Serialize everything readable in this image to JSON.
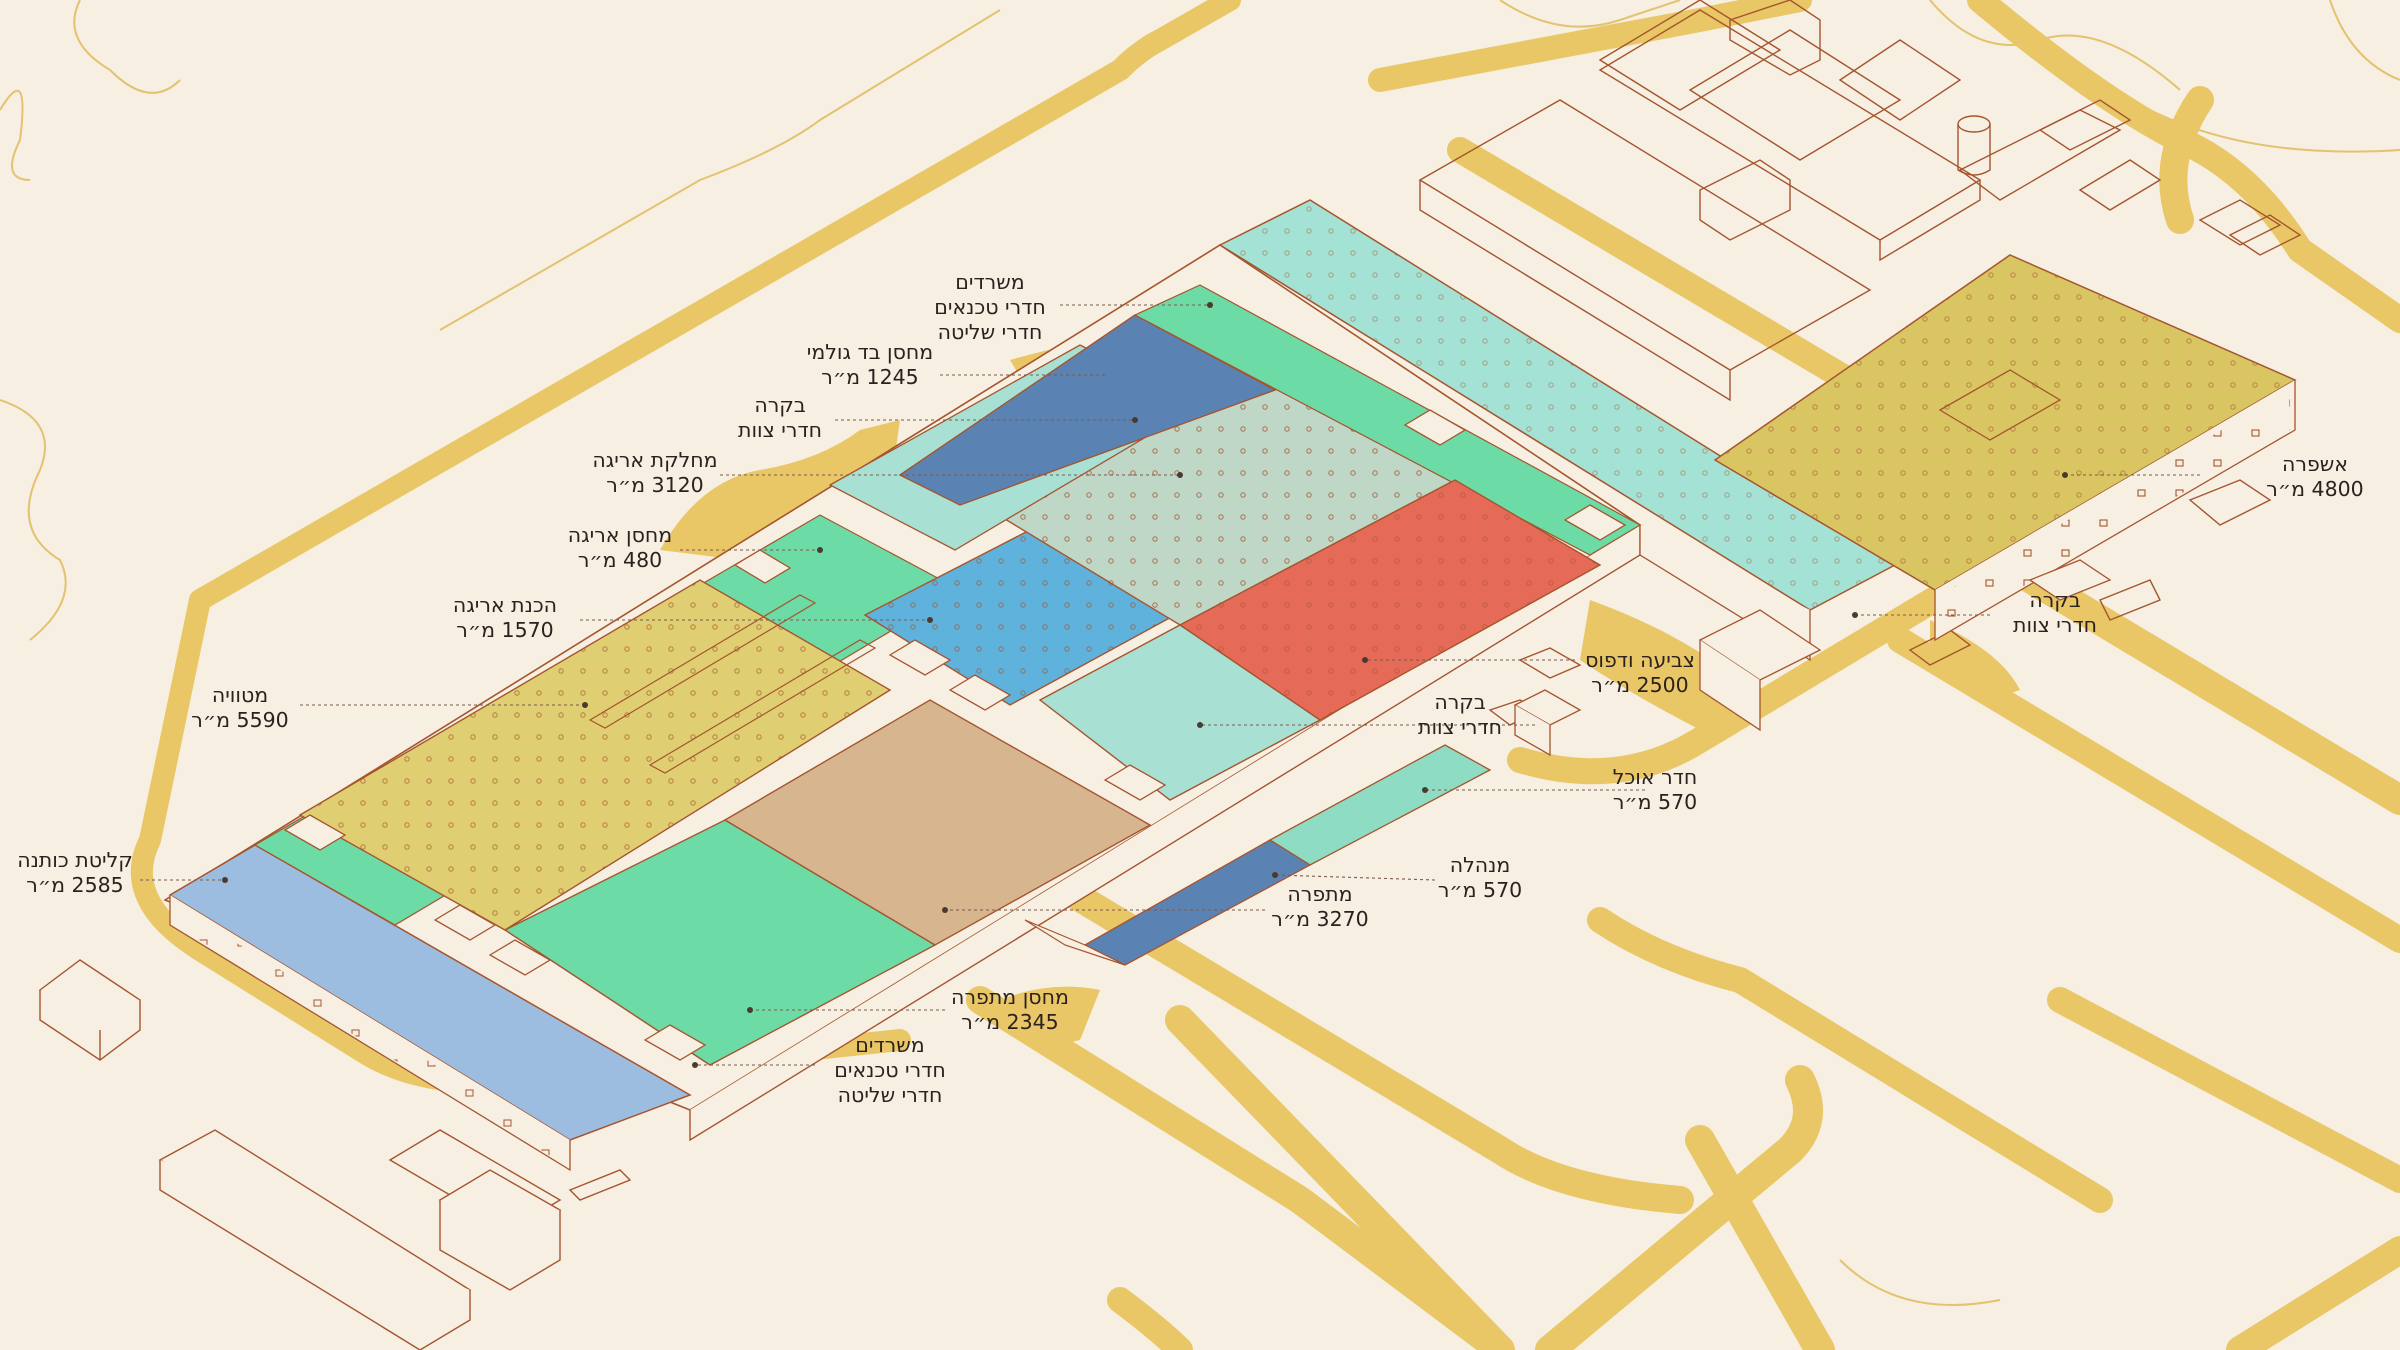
{
  "colors": {
    "background": "#f6efe2",
    "road": "#e9c766",
    "outline": "#a5552e",
    "contour": "#e3c270"
  },
  "labels": [
    {
      "id": "offices-north",
      "lines": [
        "משרדים",
        "חדרי טכנאים",
        "חדרי שליטה"
      ]
    },
    {
      "id": "rubber-warehouse",
      "lines": [
        "מחסן בד גולמי",
        "1245 מ״ר"
      ]
    },
    {
      "id": "qc-north",
      "lines": [
        "בקרה",
        "חדרי צוות"
      ]
    },
    {
      "id": "weaving-dept",
      "lines": [
        "מחלקת אריגה",
        "3120 מ״ר"
      ]
    },
    {
      "id": "weaving-warehouse",
      "lines": [
        "מחסן אריגה",
        "480 מ״ר"
      ]
    },
    {
      "id": "weaving-prep",
      "lines": [
        "הכנת אריגה",
        "1570 מ״ר"
      ]
    },
    {
      "id": "spinning",
      "lines": [
        "מטוויה",
        "5590 מ״ר"
      ]
    },
    {
      "id": "cotton-intake",
      "lines": [
        "קליטת כותנה",
        "2585 מ״ר"
      ]
    },
    {
      "id": "finishing",
      "lines": [
        "אשפרה",
        "4800 מ״ר"
      ]
    },
    {
      "id": "qc-east",
      "lines": [
        "בקרה",
        "חדרי צוות"
      ]
    },
    {
      "id": "dyeing",
      "lines": [
        "צביעה ודפוס",
        "2500 מ״ר"
      ]
    },
    {
      "id": "qc-center",
      "lines": [
        "בקרה",
        "חדרי צוות"
      ]
    },
    {
      "id": "dining",
      "lines": [
        "חדר אוכל",
        "570 מ״ר"
      ]
    },
    {
      "id": "management",
      "lines": [
        "מנהלה",
        "570 מ״ר"
      ]
    },
    {
      "id": "sewing",
      "lines": [
        "מתפרה",
        "3270 מ״ר"
      ]
    },
    {
      "id": "sewing-warehouse",
      "lines": [
        "מחסן מתפרה",
        "2345 מ״ר"
      ]
    },
    {
      "id": "offices-south",
      "lines": [
        "משרדים",
        "חדרי טכנאים",
        "חדרי שליטה"
      ]
    }
  ],
  "zone_colors": {
    "rubber-warehouse": "#5a83b4",
    "weaving-dept": "#bfd7c6",
    "weaving-warehouse": "#6ddba6",
    "weaving-prep": "#5fb2dc",
    "spinning": "#e0cf72",
    "cotton-intake": "#9dbde0",
    "finishing": "#d9c663",
    "dyeing": "#e56a58",
    "qc": "#a9e0d4",
    "corridor": "#6ddba6",
    "dining": "#8fdcc5",
    "management": "#5a83b4",
    "sewing": "#d6b58f",
    "sewing-warehouse": "#6ddba6",
    "wing": "#a5e2d6"
  }
}
